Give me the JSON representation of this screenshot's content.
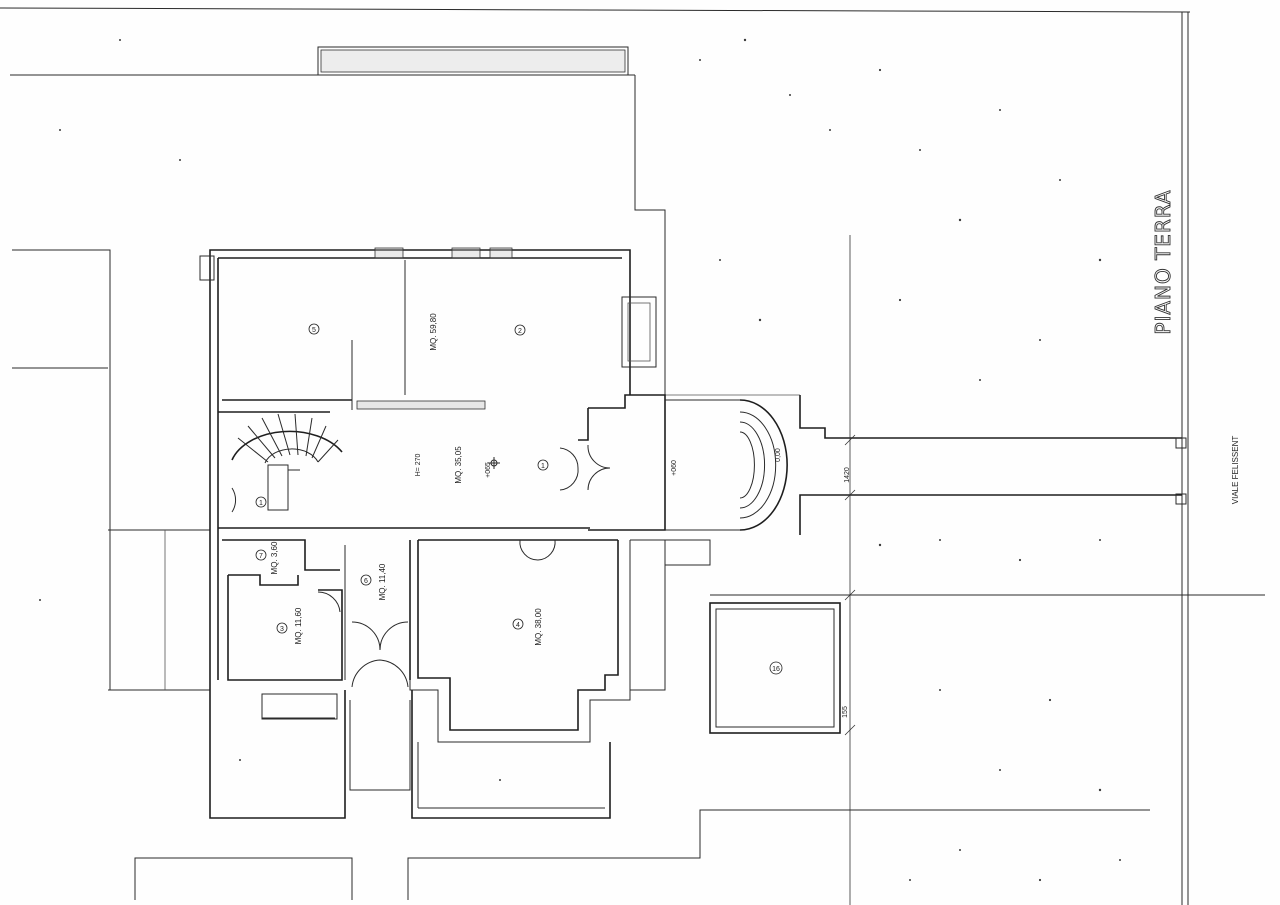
{
  "sheet": {
    "title": "PIANO TERRA",
    "street": "VIALE FELISSENT"
  },
  "rooms": [
    {
      "id": "r5",
      "number": "5",
      "area": ""
    },
    {
      "id": "r2",
      "number": "2",
      "area": "MQ. 59,80"
    },
    {
      "id": "r1",
      "number": "1",
      "area": "MQ. 35,05"
    },
    {
      "id": "r7",
      "number": "7",
      "area": "MQ. 3,60"
    },
    {
      "id": "r6",
      "number": "6",
      "area": "MQ. 11,40"
    },
    {
      "id": "r3",
      "number": "3",
      "area": "MQ. 11,60"
    },
    {
      "id": "r4",
      "number": "4",
      "area": "MQ. 38,00"
    },
    {
      "id": "r16",
      "number": "16",
      "area": ""
    },
    {
      "id": "r1b",
      "number": "1",
      "area": ""
    }
  ],
  "annotations": {
    "height": "H= 270",
    "level_hall": "+065",
    "level_porch": "+060",
    "level_step": "0,00",
    "dim_walk": "1420",
    "dim_tank": "155"
  }
}
